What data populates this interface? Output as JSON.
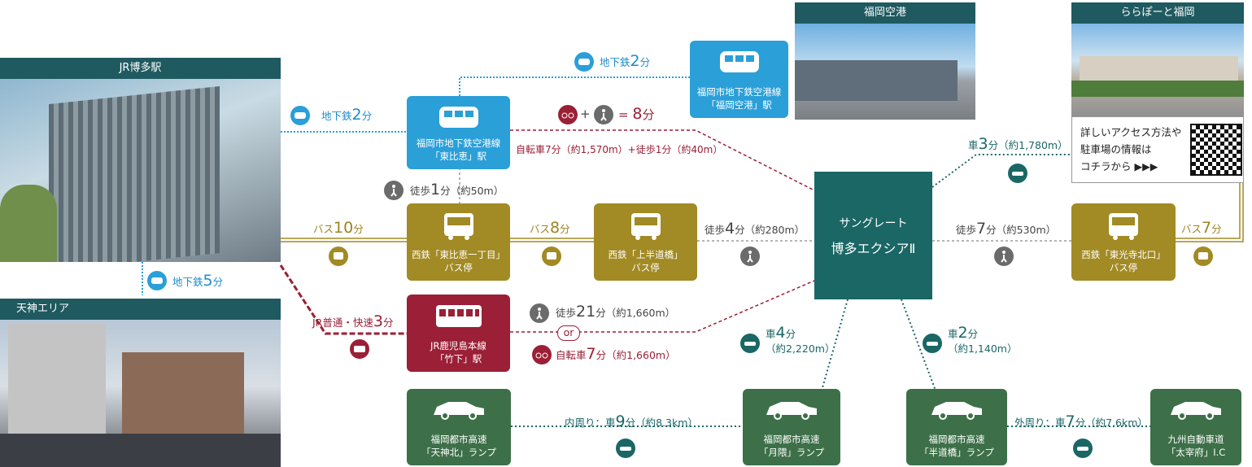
{
  "center": {
    "line1": "サングレート",
    "line2": "博多エクシアⅡ"
  },
  "photos": {
    "jr_hakata": "JR博多駅",
    "tenjin": "天神エリア",
    "airport": "福岡空港",
    "lalaport": "ららぽーと福岡"
  },
  "qr": {
    "line1": "詳しいアクセス方法や",
    "line2": "駐車場の情報は",
    "line3": "コチラから ▶▶▶"
  },
  "stations": {
    "higashihie": {
      "l1": "福岡市地下鉄空港線",
      "l2": "「東比恵」駅"
    },
    "airport_st": {
      "l1": "福岡市地下鉄空港線",
      "l2": "「福岡空港」駅"
    },
    "bus_higashihie": {
      "l1": "西鉄「東比恵一丁目」",
      "l2": "バス停"
    },
    "bus_kamihandou": {
      "l1": "西鉄「上半道橋」",
      "l2": "バス停"
    },
    "bus_higashikouji": {
      "l1": "西鉄「東光寺北口」",
      "l2": "バス停"
    },
    "takeshita": {
      "l1": "JR鹿児島本線",
      "l2": "「竹下」駅"
    },
    "tenjinkita": {
      "l1": "福岡都市高速",
      "l2": "「天神北」ランプ"
    },
    "gekkuma": {
      "l1": "福岡都市高速",
      "l2": "「月隈」ランプ"
    },
    "handoubashi": {
      "l1": "福岡都市高速",
      "l2": "「半道橋」ランプ"
    },
    "dazaifu": {
      "l1": "九州自動車道",
      "l2": "「太宰府」I.C"
    }
  },
  "routes": {
    "subway_hakata": {
      "pre": "地下鉄",
      "num": "2",
      "unit": "分"
    },
    "subway_airport": {
      "pre": "地下鉄",
      "num": "2",
      "unit": "分"
    },
    "subway_tenjin": {
      "pre": "地下鉄",
      "num": "5",
      "unit": "分"
    },
    "bike_walk_total": {
      "num": "8",
      "unit": "分"
    },
    "bike_walk_detail": "自転車7分（約1,570m）+徒歩1分（約40m）",
    "walk_1": {
      "pre": "徒歩",
      "num": "1",
      "unit": "分",
      "dist": "（約50m）"
    },
    "bus_10": {
      "pre": "バス",
      "num": "10",
      "unit": "分"
    },
    "bus_8": {
      "pre": "バス",
      "num": "8",
      "unit": "分"
    },
    "walk_4": {
      "pre": "徒歩",
      "num": "4",
      "unit": "分",
      "dist": "（約280m）"
    },
    "walk_7": {
      "pre": "徒歩",
      "num": "7",
      "unit": "分",
      "dist": "（約530m）"
    },
    "bus_7": {
      "pre": "バス",
      "num": "7",
      "unit": "分"
    },
    "car_3": {
      "pre": "車",
      "num": "3",
      "unit": "分",
      "dist": "（約1,780m）"
    },
    "jr": {
      "pre": "JR普通・快速",
      "num": "3",
      "unit": "分"
    },
    "walk_21": {
      "pre": "徒歩",
      "num": "21",
      "unit": "分",
      "dist": "（約1,660m）"
    },
    "or": "or",
    "bike_7": {
      "pre": "自転車",
      "num": "7",
      "unit": "分",
      "dist": "（約1,660m）"
    },
    "car_4": {
      "pre": "車",
      "num": "4",
      "unit": "分",
      "dist": "（約2,220m）"
    },
    "car_2": {
      "pre": "車",
      "num": "2",
      "unit": "分",
      "dist": "（約1,140m）"
    },
    "inner": {
      "pre": "内周り：車",
      "num": "9",
      "unit": "分",
      "dist": "（約8.3km）"
    },
    "outer": {
      "pre": "外周り：車",
      "num": "7",
      "unit": "分",
      "dist": "（約7.6km）"
    }
  },
  "colors": {
    "subway": "#2a9fd8",
    "bus": "#a28a24",
    "jr": "#9b1f36",
    "car": "#3d7048",
    "center": "#1a6766",
    "walk": "#6b6b6b"
  }
}
